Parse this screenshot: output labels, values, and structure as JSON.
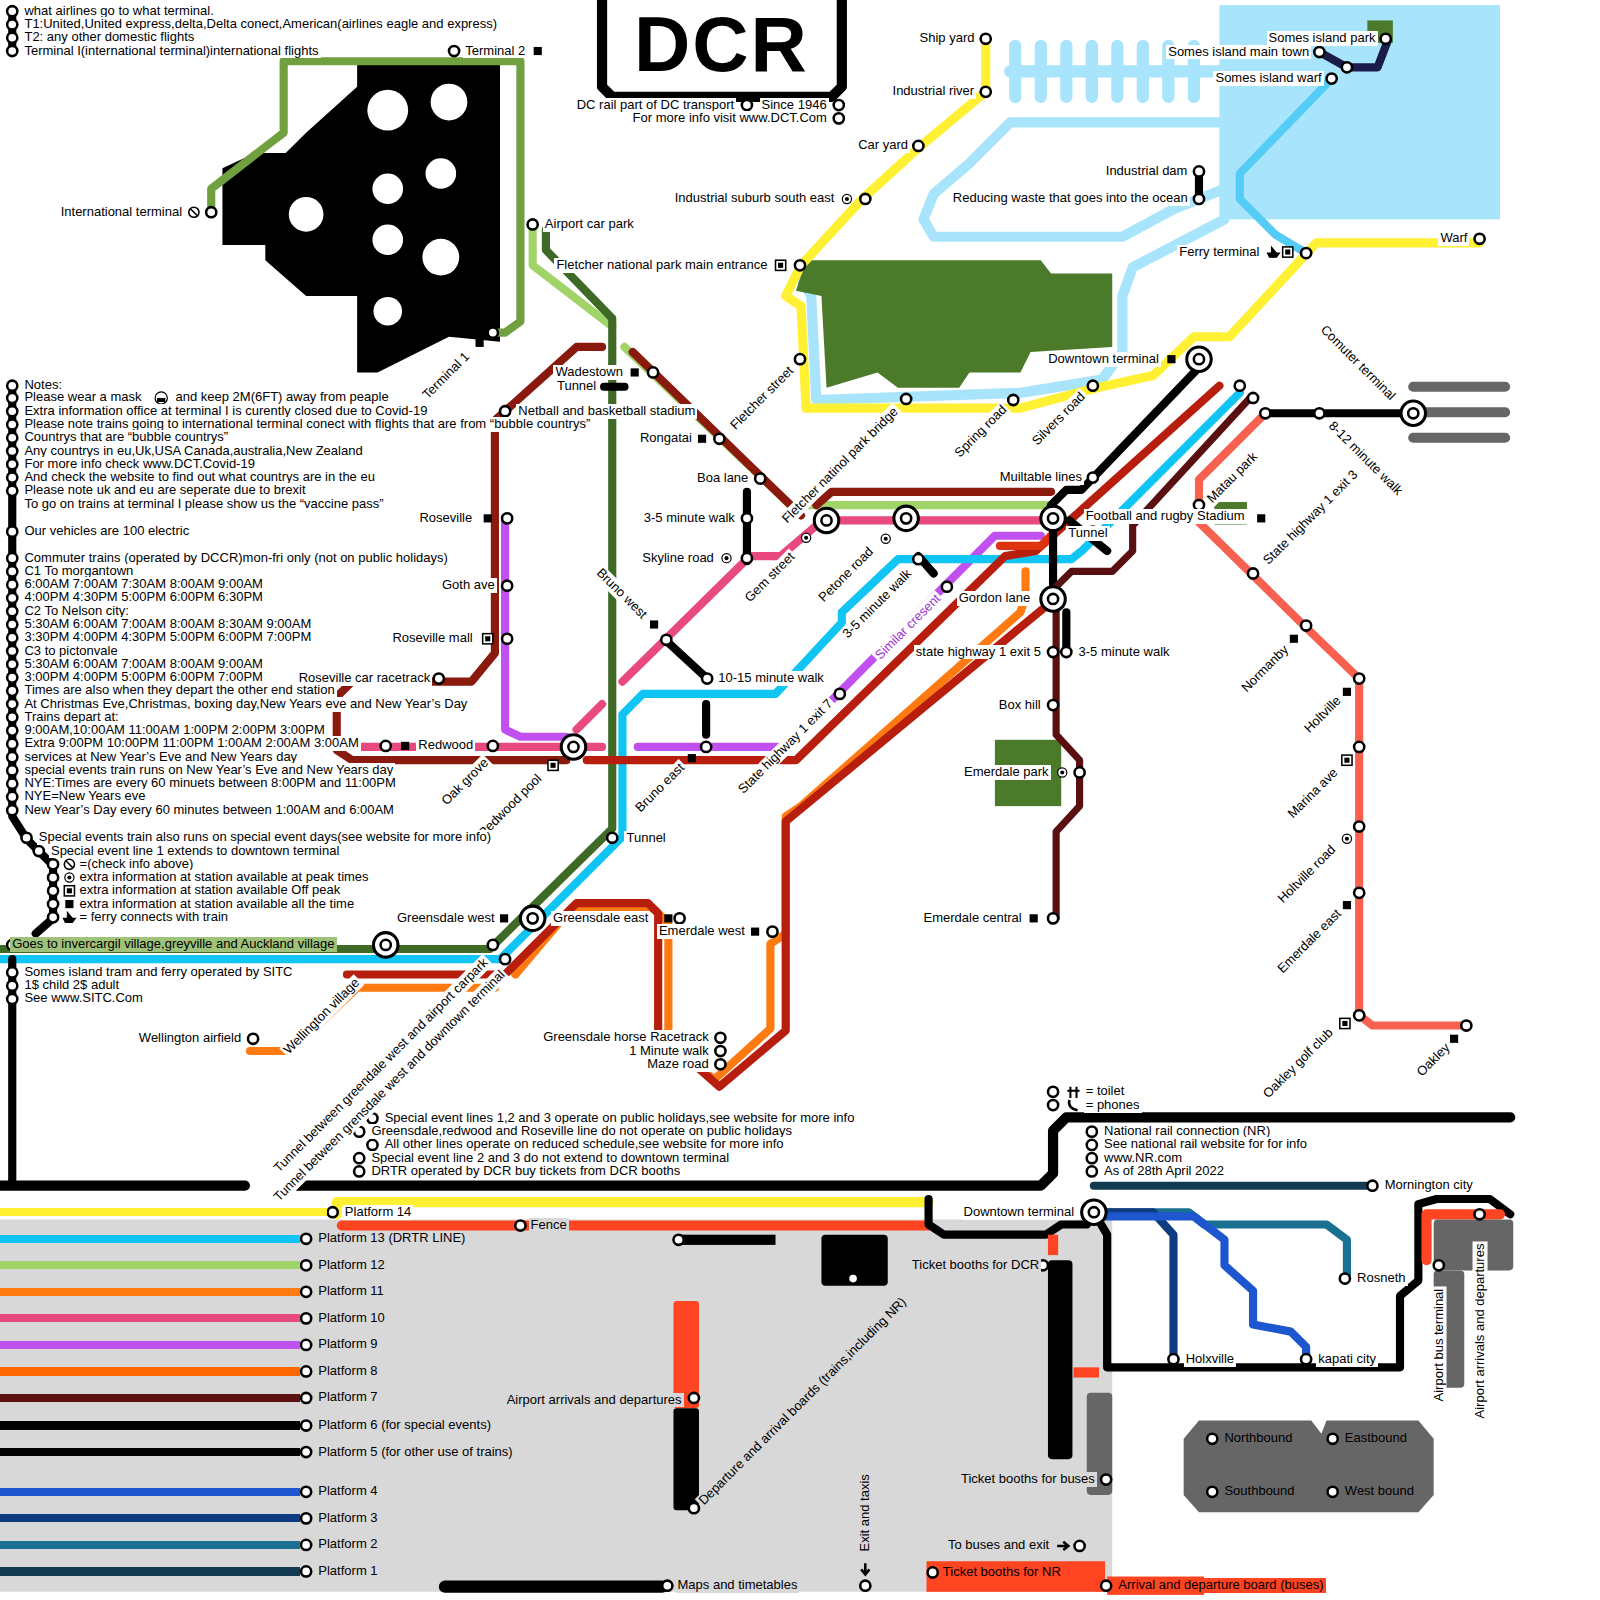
{
  "diagram": {
    "title": "DCR",
    "labels": [
      "what airlines go to what terminal.",
      "T1:United,United express,delta,Delta conect,American(airlines eagle and express)",
      "T2: any other domestic flights",
      "Terminal I(international terminal)international flights",
      "Terminal 2",
      "International terminal",
      "Airport car park",
      "Fletcher national park main entrance",
      "Terminal 1",
      "DC rail part of DC transport",
      "Since 1946",
      "For more info visit www.DCT.Com",
      "Ship yard",
      "Industrial river",
      "Car yard",
      "Industrial suburb south east",
      "Industrial dam",
      "Reducing waste that goes into the ocean",
      "Somes island park",
      "Somes island main town",
      "Somes island warf",
      "Ferry terminal",
      "Warf",
      "Downtown terminal",
      "Comuter terminal",
      "8-12 minute walk",
      "Silvers road",
      "Spring road",
      "Fletcher street",
      "Fletcher natinol park bridge",
      "Matau park",
      "State highway 1 exit 3",
      "Muiltable lines",
      "Football and rugby Stadium",
      "Tunnel",
      "Gordon lane",
      "state highway 1 exit 5",
      "3-5 minute walk",
      "Box hill",
      "Emerdale park",
      "Emerdale central",
      "Normanby",
      "Holtville",
      "Marina ave",
      "Holtville road",
      "Emerdale east",
      "Oakley golf club",
      "Oakley",
      "Wadestown",
      "Tunnel",
      "Netball and basketball stadium",
      "Rongatai",
      "Boa lane",
      "3-5 minute walk",
      "Skyline road",
      "Gem street",
      "Petone road",
      "3-5 minute walk",
      "Similar cresent",
      "Bruno west",
      "10-15 minute walk",
      "State highway 1 exit 7",
      "Bruno east",
      "Roseville",
      "Goth ave",
      "Roseville mall",
      "Roseville car racetrack",
      "Redwood",
      "Oak grove",
      "Redwood pool",
      "Tunnel",
      "Greensdale west",
      "Greensdale east",
      "Emerdale west",
      "Goes to invercargil village,greyville and Auckland village",
      "Somes island tram and ferry operated by SITC",
      "1$ child 2$ adult",
      "See www.SITC.Com",
      "Wellington airfield",
      "Wellington village",
      "Tunnel between greendale west and airport carpark",
      "Tunnel between grensdale west and downtown terminal",
      "Greensdale horse Racetrack",
      "1 Minute walk",
      "Maze road",
      "Notes:",
      "Please wear a mask",
      "and keep 2M(6FT) away from peaple",
      "Extra information office at terminal I is curently closed due to Covid-19",
      "Please note trains going to international terminal conect with flights that are from “bubble countrys”",
      "Countrys that are “bubble countrys”",
      "Any countrys in eu,Uk,USA Canada,australia,New Zealand",
      "For more info check www.DCT.Covid-19",
      "And check the website to find out what countrys are in the eu",
      "Please note uk and eu are seperate due to brexit",
      "To go on trains at terminal I please show us the “vaccine pass”",
      "Our vehicles are 100 electric",
      "Commuter trains (operated by DCCR)mon-fri only (not on public holidays)",
      "C1 To morgantown",
      "6:00AM 7:00AM 7:30AM 8:00AM 9:00AM",
      "4:00PM 4:30PM 5:00PM 6:00PM 6:30PM",
      "C2 To Nelson city:",
      "5:30AM 6:00AM 7:00AM 8:00AM 8:30AM 9:00AM",
      "3:30PM 4:00PM 4:30PM 5:00PM 6:00PM 7:00PM",
      "C3 to pictonvale",
      "5:30AM 6:00AM 7:00AM 8:00AM 9:00AM",
      "3:00PM 4:00PM 5:00PM 6:00PM 7:00PM",
      "Times are also when they depart the other end station",
      "At Christmas Eve,Christmas, boxing day,New Years eve and New Year’s Day",
      "Trains depart at:",
      "9:00AM,10:00AM 11:00AM 1:00PM 2:00PM 3:00PM",
      "Extra 9:00PM 10:00PM 11:00PM 1:00AM 2:00AM 3:00AM",
      "services at New Year’s Eve and New Years day",
      "special events train runs on New Year’s Eve and New Years day",
      "NYE:Times are every 60 minuets between 8:00PM and 11:00PM",
      "NYE=New Years eve",
      "New Year’s Day every 60 minutes between 1:00AM and 6:00AM",
      "Special events train also runs on special event days(see website for more info)",
      "Special event line 1 extends to downtown terminal",
      "Special event lines 1,2 and 3 operate on public holidays,see website for more info",
      "Greensdale,redwood and Roseville line do not operate on public holidays",
      "All other lines operate on reduced schedule,see website for more info",
      "Special event line 2 and 3 do not extend to downtown terminal",
      "DRTR operated by DCR buy tickets from DCR booths",
      "National rail connection (NR)",
      "See national rail website for for info",
      "www.NR.com",
      "As of 28th April 2022",
      "Mornington city",
      "Downtown terminal",
      "Fence",
      "Ticket booths for DCR",
      "Rosneth",
      "Holxville",
      "kapati city",
      "Airport bus terminal",
      "Airport arrivals and departures",
      "Airport arrivals and departures",
      "Departure and arrival boards (trains,including NR)",
      "Exit and taxis",
      "Ticket booths for buses",
      "To buses and exit",
      "Ticket booths for NR",
      "Maps and timetables",
      "Arrival and departure board (buses)",
      "Northbound",
      "Eastbound",
      "Southbound",
      "West bound"
    ],
    "legend": [
      {
        "text": "=(check info above)"
      },
      {
        "text": "extra information at station available at peak times"
      },
      {
        "text": "extra information at station available Off peak"
      },
      {
        "text": "extra information at station available all the time"
      },
      {
        "text": "= ferry connects with train"
      },
      {
        "text": "= toilet"
      },
      {
        "text": "= phones"
      },
      {
        "text": "Platform 14",
        "color": "#fff033"
      },
      {
        "text": "Platform 13 (DRTR LINE)",
        "color": "#10c4f4"
      },
      {
        "text": "Platform 12",
        "color": "#a0d468"
      },
      {
        "text": "Platform 11",
        "color": "#ff7a10"
      },
      {
        "text": "Platform 10",
        "color": "#e84a7f"
      },
      {
        "text": "Platform 9",
        "color": "#c050f0"
      },
      {
        "text": "Platform 8",
        "color": "#ff6a00"
      },
      {
        "text": "Platform 7",
        "color": "#5c1010"
      },
      {
        "text": "Platform 6 (for special events)",
        "color": "#000000"
      },
      {
        "text": "Platform 5 (for other use of trains)",
        "color": "#000000"
      },
      {
        "text": "Platform 4",
        "color": "#1e56d0"
      },
      {
        "text": "Platform 3",
        "color": "#0f3b80"
      },
      {
        "text": "Platform 2",
        "color": "#1a7090"
      },
      {
        "text": "Platform 1",
        "color": "#123a50"
      }
    ]
  }
}
